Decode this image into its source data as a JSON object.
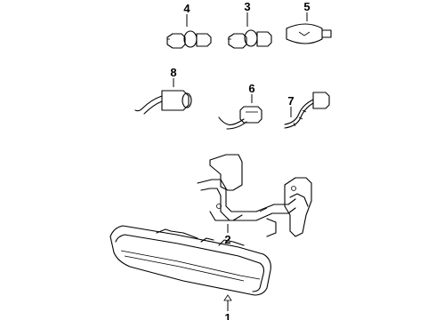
{
  "figure": {
    "callouts": [
      "1",
      "2",
      "3",
      "4",
      "5",
      "6",
      "7",
      "8"
    ]
  },
  "parts": [
    {
      "id": "1",
      "icon": "headlamp-assembly-icon"
    },
    {
      "id": "2",
      "icon": "mounting-bracket-icon"
    },
    {
      "id": "3",
      "icon": "halogen-bulb-icon"
    },
    {
      "id": "4",
      "icon": "halogen-bulb-icon"
    },
    {
      "id": "5",
      "icon": "wedge-bulb-icon"
    },
    {
      "id": "6",
      "icon": "bulb-socket-icon"
    },
    {
      "id": "7",
      "icon": "wiring-pigtail-icon"
    },
    {
      "id": "8",
      "icon": "bulb-socket-icon"
    }
  ],
  "colors": {
    "line": "#000000",
    "background": "#ffffff"
  }
}
